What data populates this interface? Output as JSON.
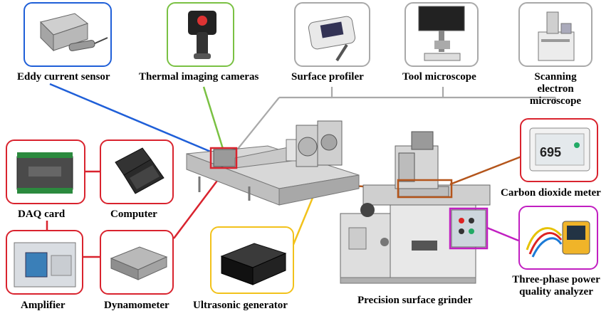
{
  "colors": {
    "blue": "#1f5fd8",
    "green": "#7ac143",
    "gray": "#a9a9a9",
    "red": "#d9232e",
    "orange": "#b4551b",
    "magenta": "#c11fc1",
    "yellow": "#f2c21b"
  },
  "labels": {
    "eddy": "Eddy current sensor",
    "thermal": "Thermal imaging cameras",
    "profiler": "Surface profiler",
    "microscope": "Tool microscope",
    "sem": "Scanning electron microscope",
    "daq": "DAQ card",
    "computer": "Computer",
    "amplifier": "Amplifier",
    "dynamometer": "Dynamometer",
    "ultrasonic": "Ultrasonic generator",
    "grinder": "Precision surface grinder",
    "co2": "Carbon dioxide meter",
    "analyzer": "Three-phase power quality analyzer"
  },
  "device_text": {
    "co2_reading": "695"
  }
}
